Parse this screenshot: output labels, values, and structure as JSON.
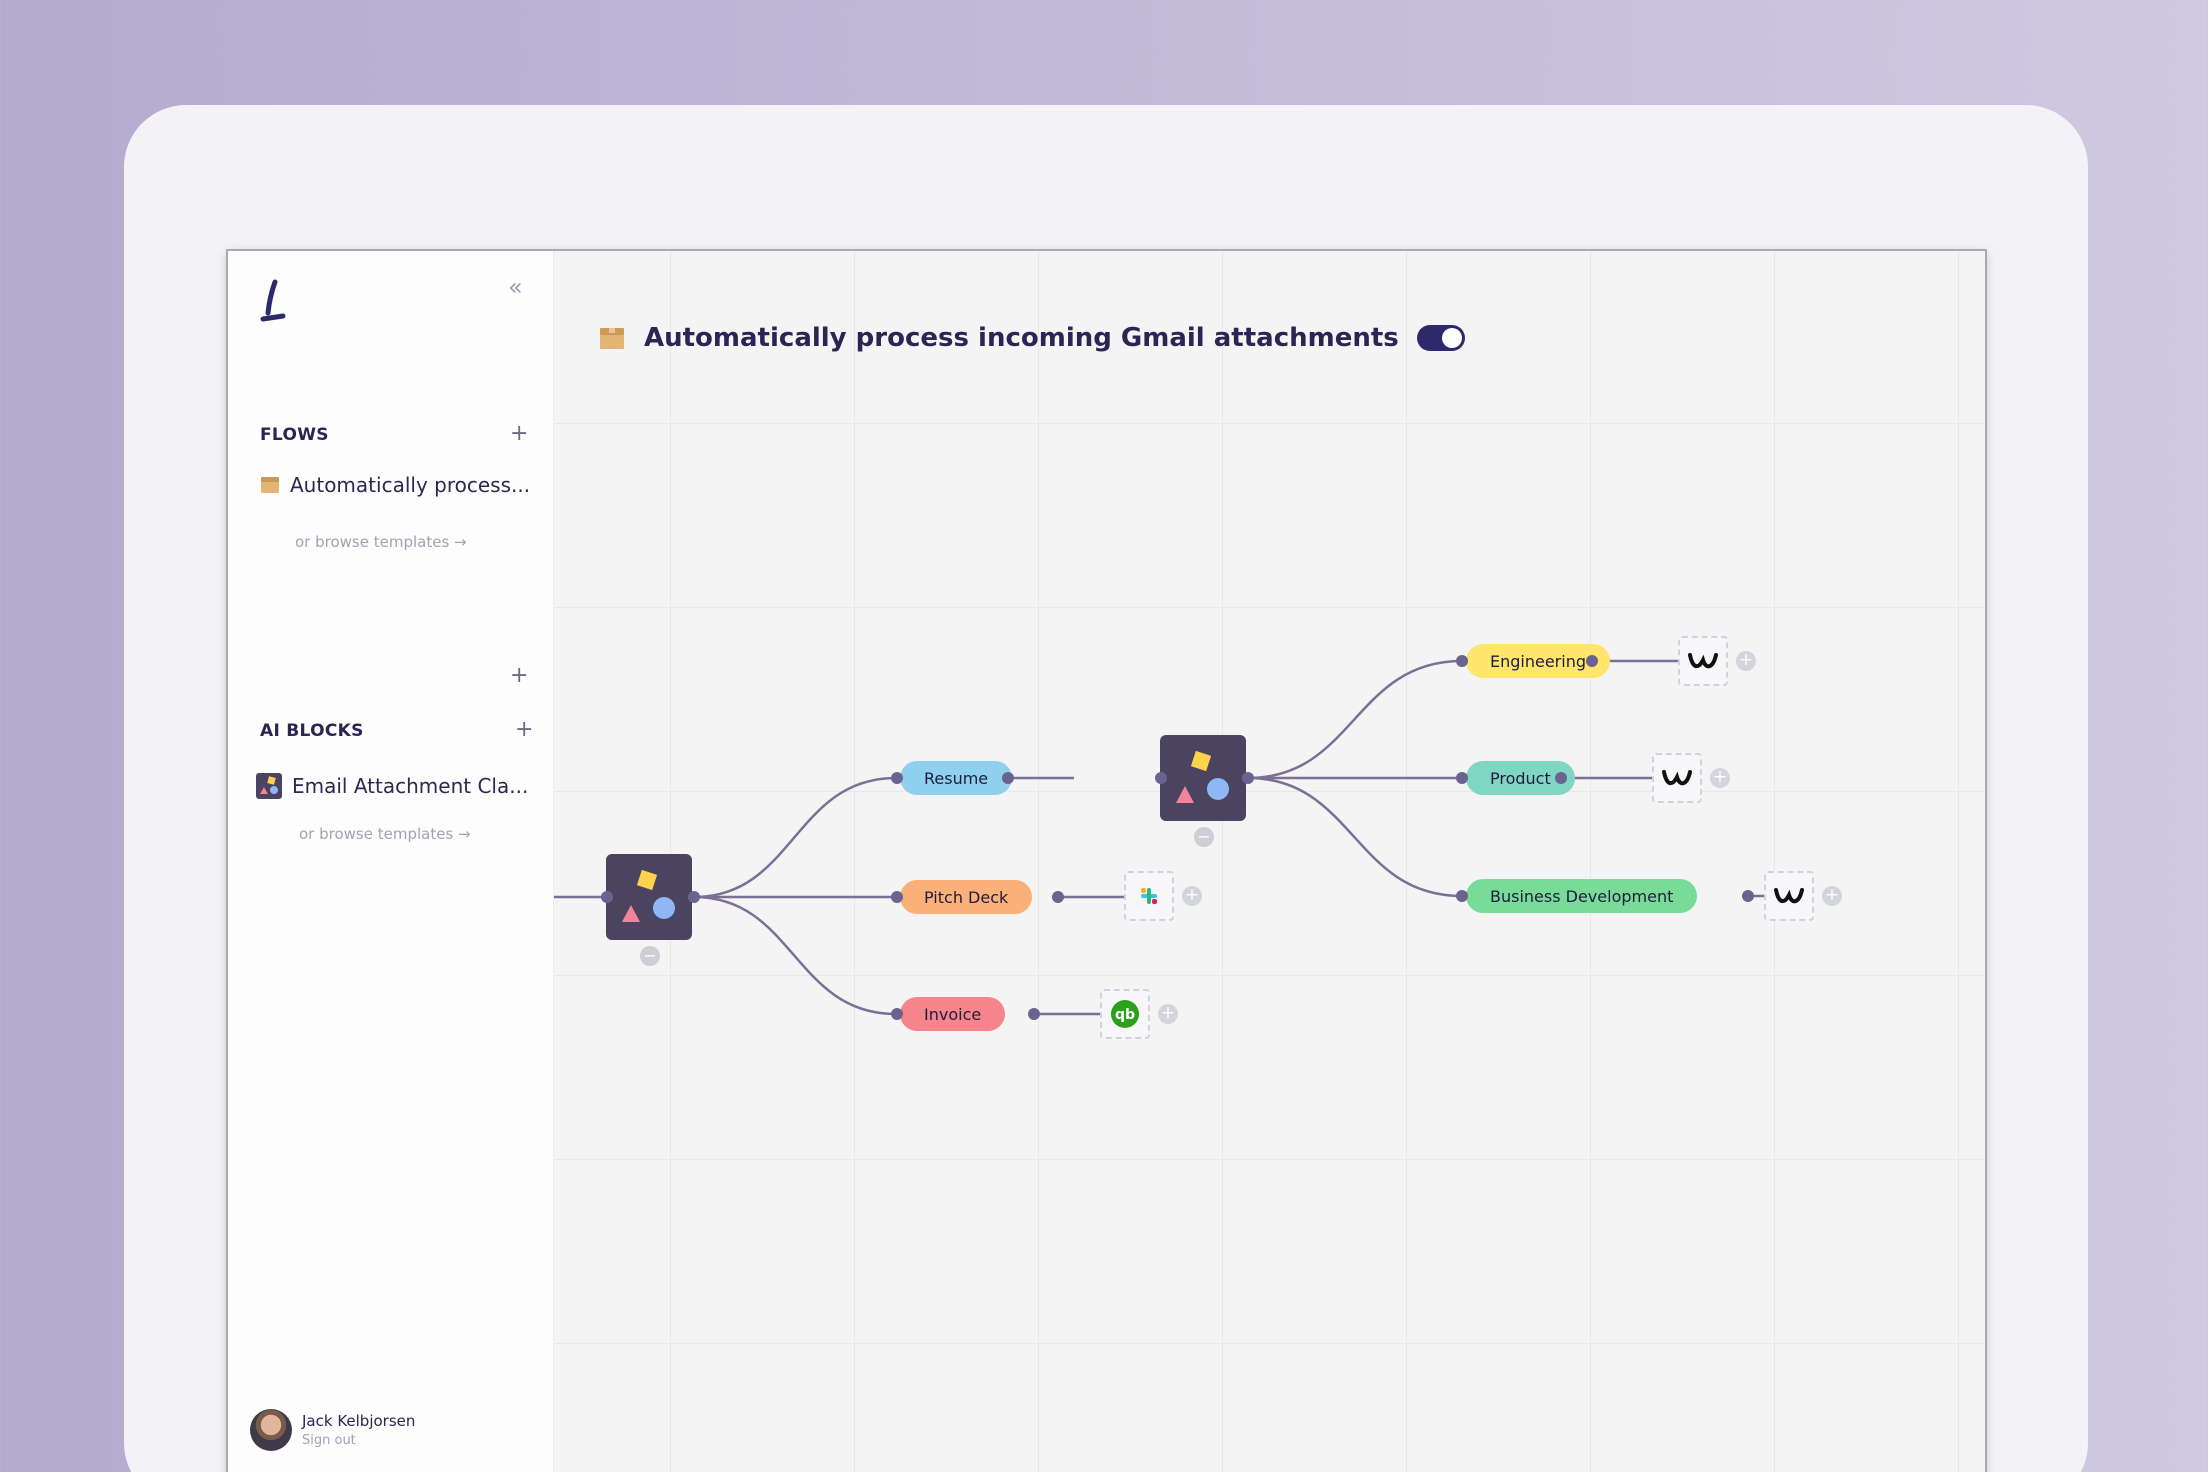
{
  "sidebar": {
    "collapse_icon": "double-chevron-left-icon",
    "flows": {
      "title": "FLOWS",
      "items": [
        {
          "label": "Automatically process...",
          "icon": "box-icon"
        }
      ],
      "browse": "or browse templates →"
    },
    "ai_blocks": {
      "title": "AI BLOCKS",
      "items": [
        {
          "label": "Email Attachment Cla...",
          "icon": "shapes-icon"
        }
      ],
      "browse": "or browse templates →"
    },
    "user": {
      "name": "Jack Kelbjorsen",
      "action": "Sign out"
    }
  },
  "header": {
    "title": "Automatically process incoming Gmail attachments",
    "enabled": true
  },
  "flow": {
    "first_level": [
      {
        "label": "Resume",
        "color": "#8fd0ee"
      },
      {
        "label": "Pitch Deck",
        "color": "#fbb07a"
      },
      {
        "label": "Invoice",
        "color": "#f6848c"
      }
    ],
    "second_level": [
      {
        "label": "Engineering",
        "color": "#ffe56b"
      },
      {
        "label": "Product",
        "color": "#7fd6c3"
      },
      {
        "label": "Business Development",
        "color": "#78dc98"
      }
    ],
    "integrations": [
      "webflow-icon",
      "slack-icon",
      "quickbooks-icon"
    ]
  }
}
